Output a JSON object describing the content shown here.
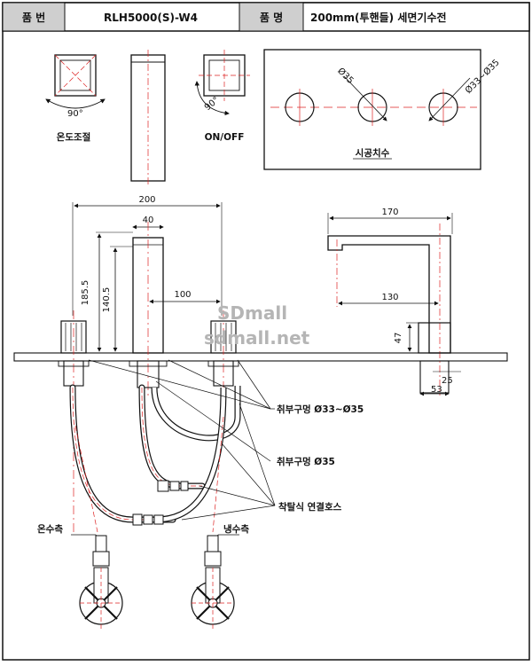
{
  "title_block": {
    "product_no_label": "품 번",
    "product_no_value": "RLH5000(S)-W4",
    "product_name_label": "품 명",
    "product_name_value": "200mm(투핸들) 세면기수전"
  },
  "top_views": {
    "temp_angle": "90°",
    "temp_label": "온도조절",
    "onoff_angle": "90°",
    "onoff_label": "ON/OFF"
  },
  "install_box": {
    "dim_small": "Ø35",
    "dim_large": "Ø33~Ø35",
    "label": "시공치수"
  },
  "front_view": {
    "width_total": "200",
    "spout_width": "40",
    "height_total": "185.5",
    "height_spout": "140.5",
    "center_dim": "100"
  },
  "side_view": {
    "reach": "170",
    "spout_reach": "130",
    "base_height": "47",
    "thickness": "25",
    "depth": "53"
  },
  "callouts": {
    "hole_side": "취부구멍 Ø33~Ø35",
    "hole_center": "취부구멍 Ø35",
    "hose": "착탈식 연결호스",
    "hot": "온수측",
    "cold": "냉수측"
  },
  "watermark": {
    "line1": "SDmall",
    "line2": "sdmall.net"
  }
}
